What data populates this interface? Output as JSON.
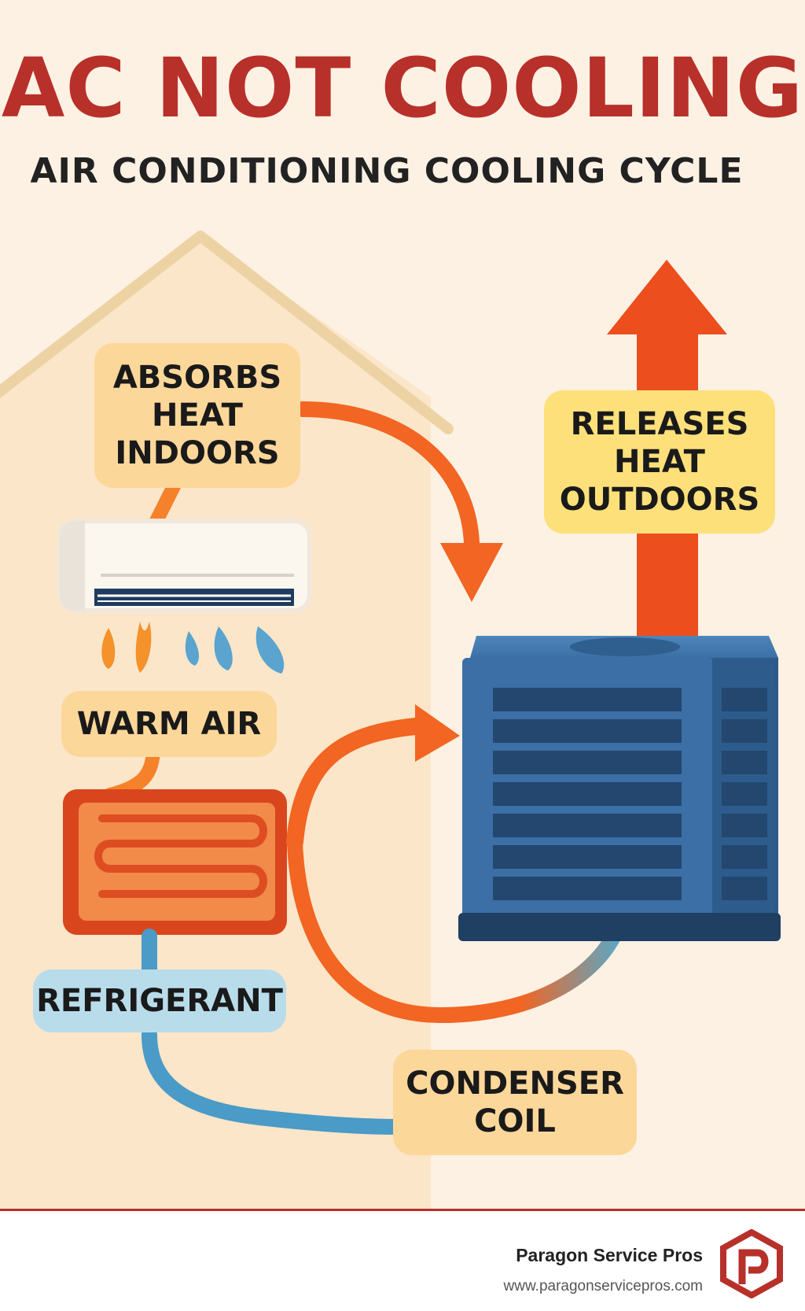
{
  "header": {
    "title": "AC NOT COOLING",
    "subtitle": "AIR CONDITIONING COOLING CYCLE"
  },
  "labels": {
    "absorbs_heat": "ABSORBS\nHEAT\nINDOORS",
    "releases_heat": "RELEASES\nHEAT\nOUTDOORS",
    "warm_air": "WARM AIR",
    "refrigerant": "REFRIGERANT",
    "condenser_coil": "CONDENSER\nCOIL"
  },
  "footer": {
    "company": "Paragon Service Pros",
    "website": "www.paragonservicepros.com"
  },
  "colors": {
    "title": "#b8302a",
    "hot_arrow": "#f26522",
    "cool_line": "#4a9bc7",
    "outdoor_unit": "#2f5f8f",
    "label_yellow": "#fde07a",
    "label_peach": "#fcd79a",
    "label_blue": "#b9dceb",
    "house_bg": "#fbe6c9",
    "roof": "#edd3a4"
  }
}
